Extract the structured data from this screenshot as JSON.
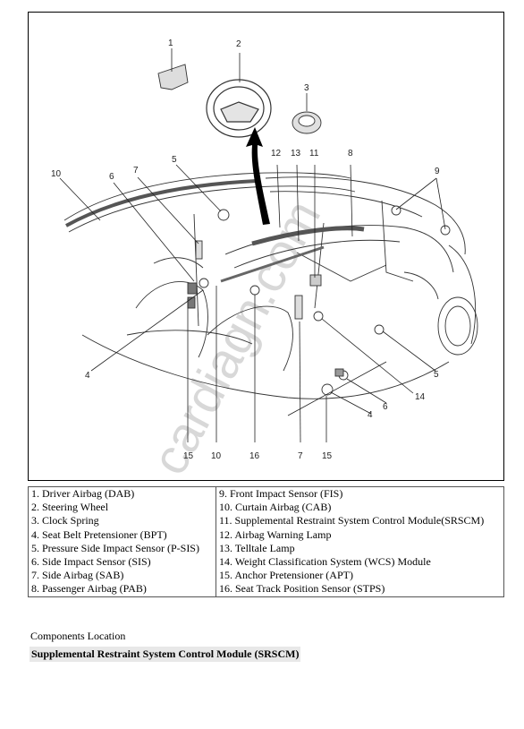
{
  "callouts": [
    "1",
    "2",
    "3",
    "12",
    "13",
    "11",
    "8",
    "9",
    "10",
    "6",
    "7",
    "5",
    "4",
    "14",
    "6",
    "4",
    "5",
    "15",
    "10",
    "16",
    "7",
    "15"
  ],
  "watermark": "cardiagn.com",
  "legend": {
    "left": [
      "1. Driver Airbag (DAB)",
      "2. Steering Wheel",
      "3. Clock Spring",
      "4. Seat Belt Pretensioner (BPT)",
      "5. Pressure Side Impact Sensor (P-SIS)",
      "6. Side Impact Sensor (SIS)",
      "7. Side Airbag (SAB)",
      "8. Passenger Airbag (PAB)"
    ],
    "right": [
      "9. Front Impact Sensor (FIS)",
      "10. Curtain Airbag (CAB)",
      "11. Supplemental Restraint System Control Module(SRSCM)",
      "12. Airbag Warning Lamp",
      "13. Telltale Lamp",
      "14. Weight Classification System (WCS) Module",
      "15. Anchor Pretensioner (APT)",
      "16. Seat Track Position Sensor (STPS)"
    ]
  },
  "components_location": "Components Location",
  "section_heading": "Supplemental Restraint System Control Module (SRSCM)"
}
